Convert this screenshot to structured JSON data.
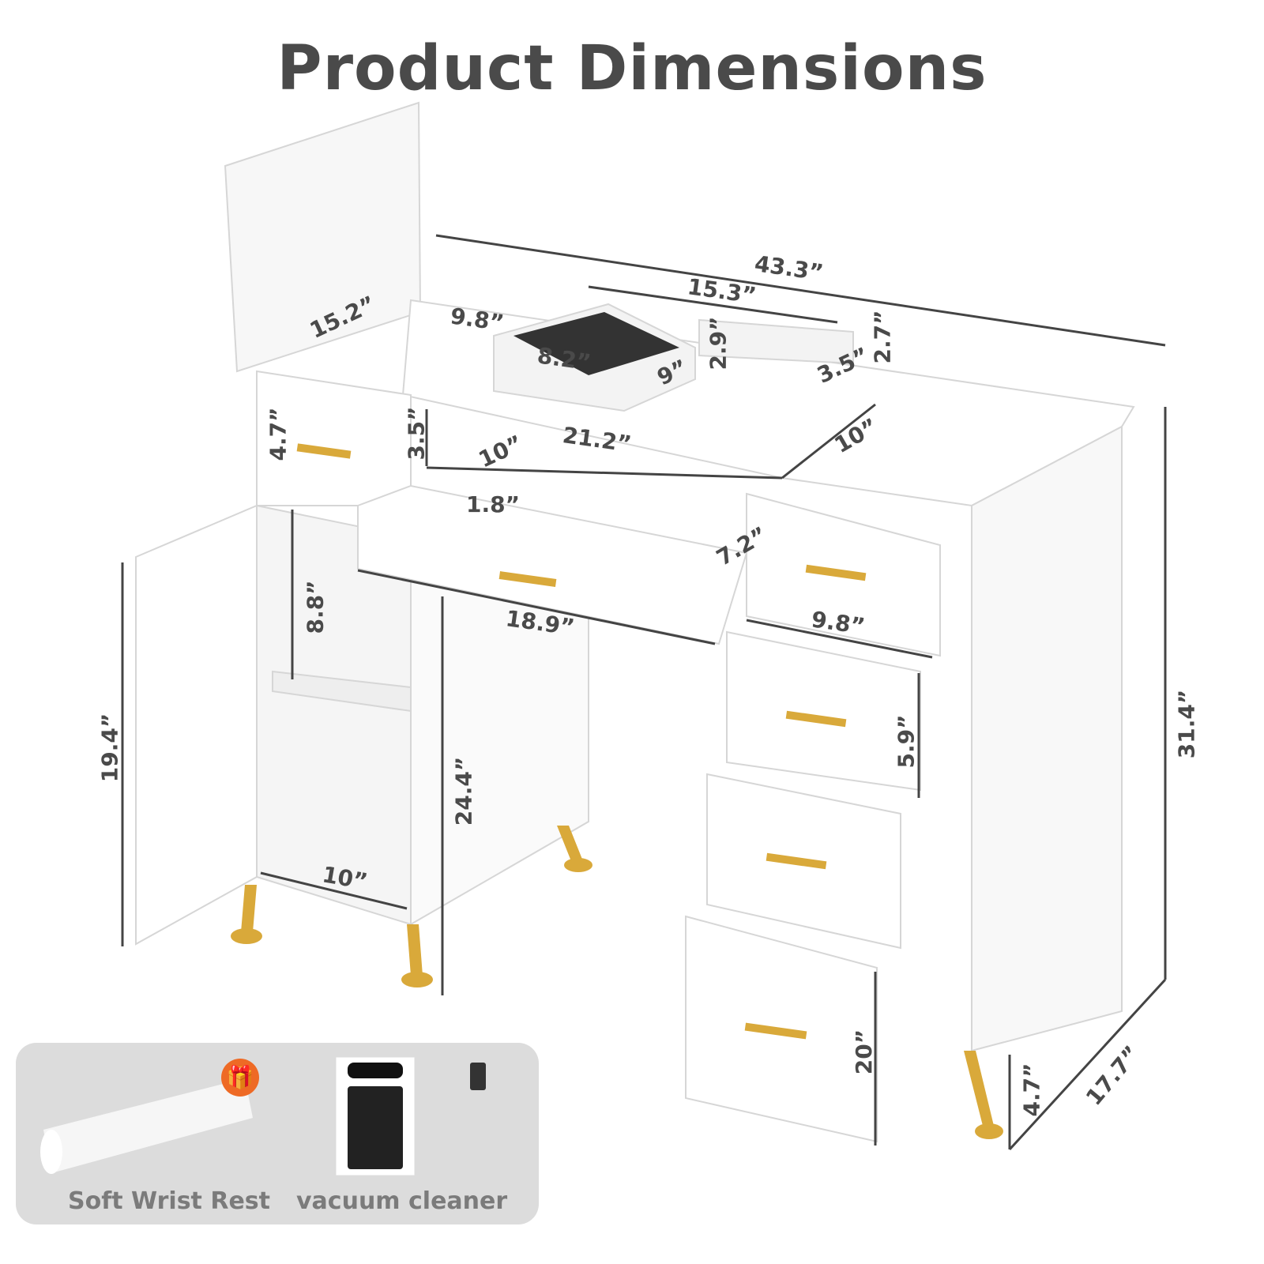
{
  "title": "Product Dimensions",
  "dimensions": {
    "overall_width": "43.3”",
    "wrist_rest_length": "15.3”",
    "lid_depth": "15.2”",
    "storage_width": "9.8”",
    "vacuum_width": "8.2”",
    "vacuum_depth": "9”",
    "vacuum_height": "2.9”",
    "wrist_rest_depth": "3.5”",
    "wrist_rest_height": "2.7”",
    "top_drawer_height": "4.7”",
    "shelf_height": "3.5”",
    "shelf_depth": "10”",
    "shelf_width": "21.2”",
    "right_top_depth": "10”",
    "keyboard_drawer_height": "1.8”",
    "keyboard_drawer_depth": "7.2”",
    "cabinet_shelf_gap": "8.8”",
    "keyboard_drawer_width": "18.9”",
    "side_drawer_width": "9.8”",
    "side_drawer_height": "5.9”",
    "door_height": "19.4”",
    "cabinet_height": "24.4”",
    "overall_height": "31.4”",
    "cabinet_depth": "10”",
    "bottom_drawer_depth": "20”",
    "leg_height": "4.7”",
    "overall_depth": "17.7”"
  },
  "accessories": [
    {
      "label": "Soft Wrist Rest",
      "badge_icon": "gift-icon"
    },
    {
      "label": "vacuum cleaner"
    }
  ],
  "colors": {
    "text": "#4a4a4a",
    "gold": "#d9a93a",
    "gift_badge": "#ee6a25",
    "panel": "#dcdcdc"
  }
}
